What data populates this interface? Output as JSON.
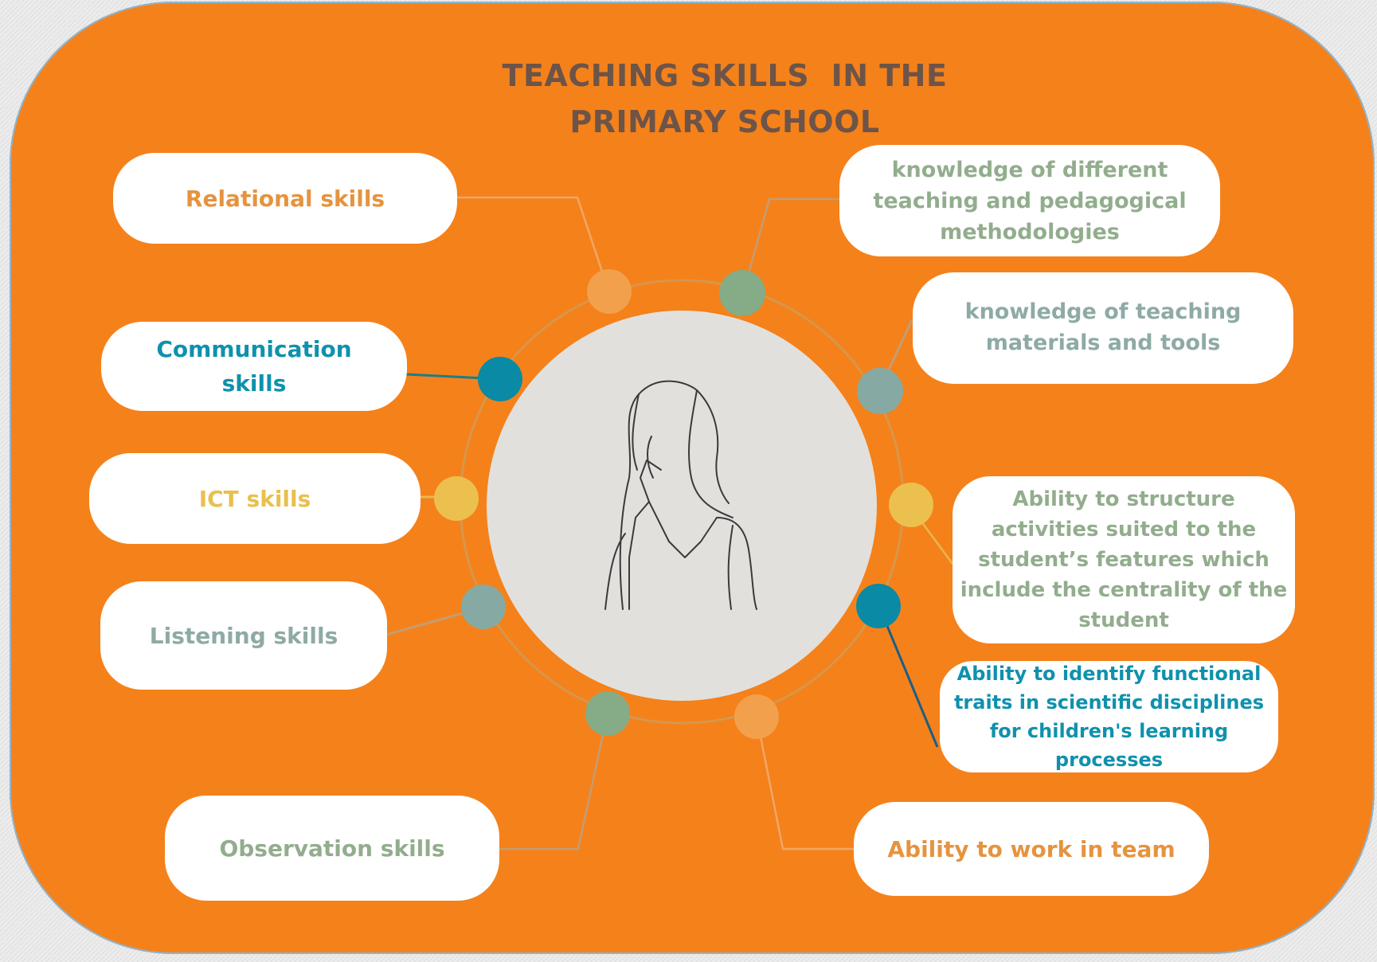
{
  "title": {
    "line1": "TEACHING SKILLS  IN THE",
    "line2": "PRIMARY SCHOOL"
  },
  "colors": {
    "background": "#f5811b",
    "title": "#6d5448",
    "center_circle": "#e2e0dc",
    "orange_text": "#e6933f",
    "teal_text": "#0f91ad",
    "yellow_text": "#e8c04e",
    "sage_text": "#92ad8d",
    "gray_teal_text": "#8eaaa5"
  },
  "center_icon": "woman-thinking-icon",
  "skills": {
    "relational": "Relational skills",
    "communication_1": "Communication",
    "communication_2": "skills",
    "ict": "ICT skills",
    "listening": "Listening skills",
    "observation": "Observation skills",
    "knowledge_methods_1": "knowledge of different",
    "knowledge_methods_2": "teaching and pedagogical",
    "knowledge_methods_3": "methodologies",
    "knowledge_materials_1": "knowledge of teaching",
    "knowledge_materials_2": "materials and tools",
    "structure_1": "Ability to structure",
    "structure_2": "activities suited to the",
    "structure_3": "student’s features  which",
    "structure_4": "include the centrality of the",
    "structure_5": "student",
    "identify_1": "Ability to identify functional",
    "identify_2": "traits in scientific disciplines",
    "identify_3": "for children's learning",
    "identify_4": "processes",
    "team": "Ability to work in team"
  }
}
